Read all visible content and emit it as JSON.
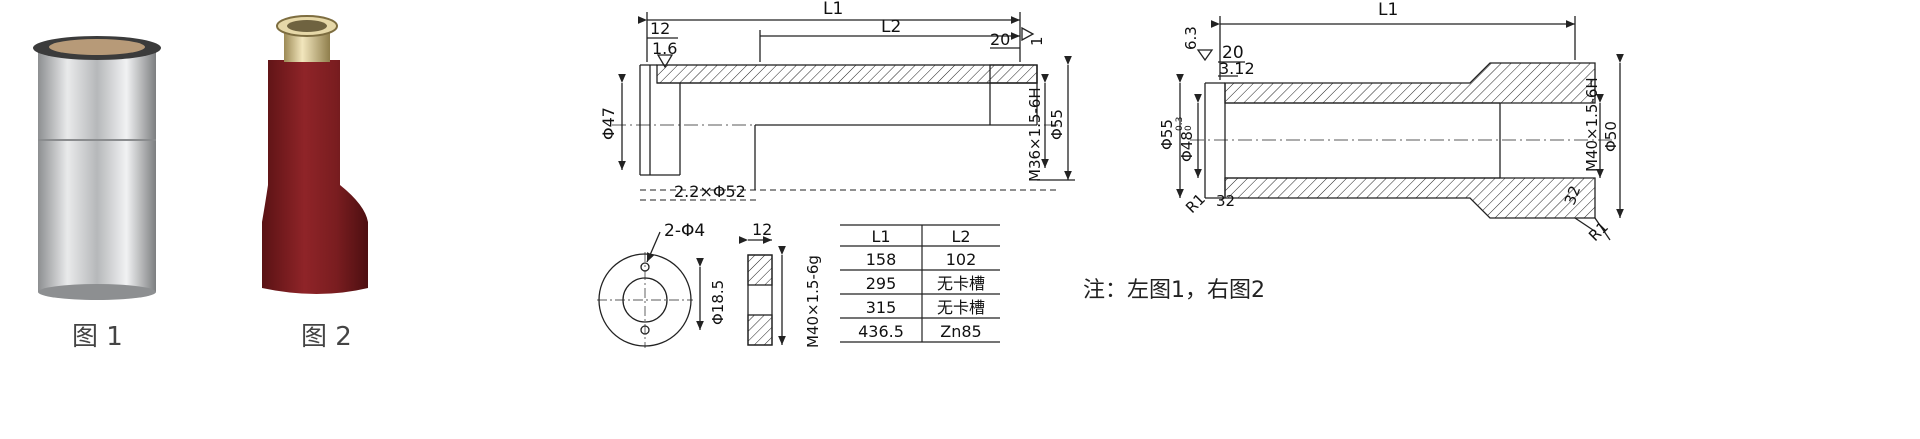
{
  "photos": {
    "fig1_caption": "图 1",
    "fig2_caption": "图 2"
  },
  "drawing_left": {
    "dims": {
      "L1": "L1",
      "L2": "L2",
      "d12": "12",
      "d1_6": "1.6",
      "d20": "20",
      "d1": "1",
      "phi47": "Φ47",
      "thread": "M36×1.5-6H",
      "phi55": "Φ55",
      "groove": "2.2×Φ52"
    }
  },
  "drawing_small": {
    "holes": "2-Φ4",
    "phi18_5": "Φ18.5",
    "d12": "12",
    "thread": "M40×1.5-6g"
  },
  "table": {
    "headers": [
      "L1",
      "L2"
    ],
    "rows": [
      [
        "158",
        "102"
      ],
      [
        "295",
        "无卡槽"
      ],
      [
        "315",
        "无卡槽"
      ],
      [
        "436.5",
        "Zn85"
      ]
    ]
  },
  "drawing_right": {
    "dims": {
      "L1": "L1",
      "d6_3": "6.3",
      "d20": "20",
      "d3_12": "3.12",
      "phi55": "Φ55",
      "phi48": "Φ48",
      "phi48_tol": "0.3",
      "phi48_tol_low": "0",
      "thread": "M40×1.5-6H",
      "phi50": "Φ50",
      "r1": "R1",
      "d32": "32",
      "d32b": "32",
      "r1b": "R1"
    }
  },
  "note": "注：左图1，右图2",
  "colors": {
    "line": "#222222",
    "photo1_metal": "#c9cacb",
    "photo2_red": "#7e1e20",
    "brass": "#d8c58a"
  }
}
